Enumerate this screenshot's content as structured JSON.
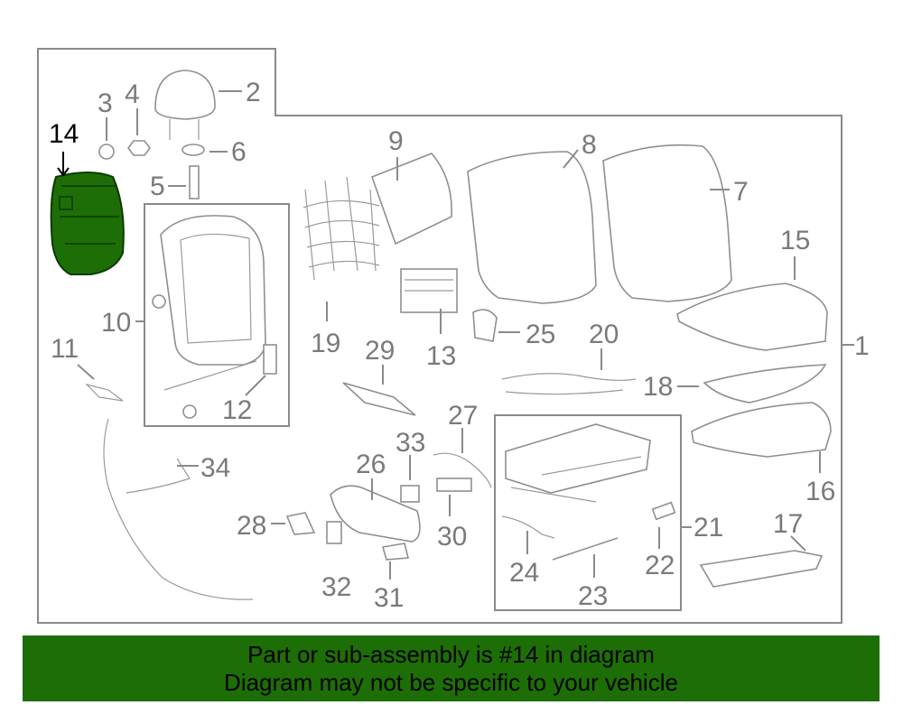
{
  "colors": {
    "accent": "#1d6e06",
    "highlight_part": "#1d6e06",
    "line": "#8a8a8a"
  },
  "callouts": {
    "n1": "1",
    "n2": "2",
    "n3": "3",
    "n4": "4",
    "n5": "5",
    "n6": "6",
    "n7": "7",
    "n8": "8",
    "n9": "9",
    "n10": "10",
    "n11": "11",
    "n12": "12",
    "n13": "13",
    "n14": "14",
    "n15": "15",
    "n16": "16",
    "n17": "17",
    "n18": "18",
    "n19": "19",
    "n20": "20",
    "n21": "21",
    "n22": "22",
    "n23": "23",
    "n24": "24",
    "n25": "25",
    "n26": "26",
    "n27": "27",
    "n28": "28",
    "n29": "29",
    "n30": "30",
    "n31": "31",
    "n32": "32",
    "n33": "33",
    "n34": "34"
  },
  "highlighted_part": "14",
  "footer": {
    "line1": "Part or sub-assembly is #14 in diagram",
    "line2": "Diagram may not be specific to your vehicle"
  }
}
